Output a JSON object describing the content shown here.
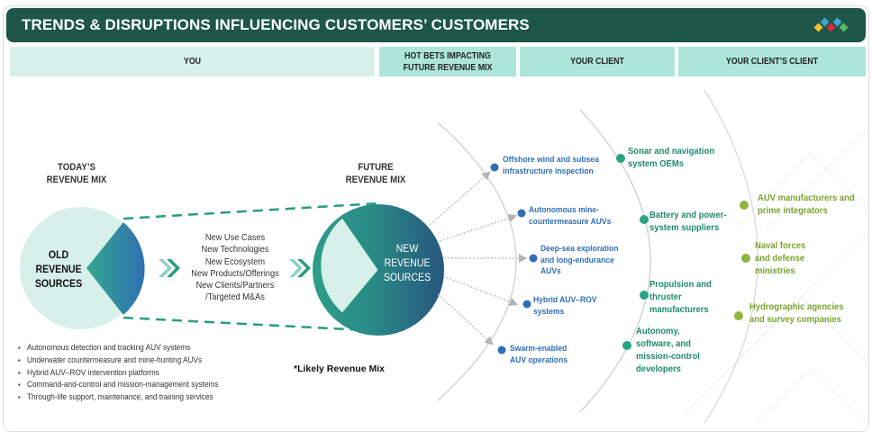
{
  "header": {
    "title": "TRENDS & DISRUPTIONS INFLUENCING CUSTOMERS’ CUSTOMERS",
    "logo_icon": "colored-diamonds-logo-icon",
    "logo_colors": [
      "#f2c12e",
      "#3ea7d1",
      "#e0283a",
      "#5dbb63"
    ]
  },
  "columns": [
    {
      "label": "YOU"
    },
    {
      "label": "HOT BETS IMPACTING FUTURE REVENUE MIX"
    },
    {
      "label": "YOUR CLIENT"
    },
    {
      "label": "YOUR CLIENT’S CLIENT"
    }
  ],
  "today": {
    "heading_line1": "TODAY’S",
    "heading_line2": "REVENUE MIX",
    "circle_line1": "OLD",
    "circle_line2": "REVENUE",
    "circle_line3": "SOURCES"
  },
  "drivers": [
    "New Use Cases",
    "New Technologies",
    "New Ecosystem",
    "New Products/Offerings",
    "New Clients/Partners",
    "/Targeted M&As"
  ],
  "future": {
    "heading_line1": "FUTURE",
    "heading_line2": "REVENUE MIX",
    "circle_line1": "NEW",
    "circle_line2": "REVENUE",
    "circle_line3": "SOURCES"
  },
  "current_offerings": [
    "Autonomous detection and tracking AUV systems",
    "Underwater countermeasure and mine-hunting AUVs",
    "Hybrid AUV–ROV intervention platforms",
    "Command-and-control and mission-management systems",
    "Through-life support, maintenance, and training services"
  ],
  "footnote": "*Likely Revenue Mix",
  "hot_bets": [
    {
      "line1": "Offshore wind and subsea",
      "line2": "infrastructure inspection",
      "line3": ""
    },
    {
      "line1": "Autonomous mine-",
      "line2": "countermeasure AUVs",
      "line3": ""
    },
    {
      "line1": "Deep-sea exploration",
      "line2": "and long-endurance",
      "line3": "AUVs"
    },
    {
      "line1": "Hybrid AUV–ROV",
      "line2": "systems",
      "line3": ""
    },
    {
      "line1": "Swarm-enabled",
      "line2": "AUV operations",
      "line3": ""
    }
  ],
  "your_client": [
    {
      "line1": "Sonar and navigation",
      "line2": "system OEMs",
      "line3": "",
      "line4": ""
    },
    {
      "line1": "Battery and power-",
      "line2": "system suppliers",
      "line3": "",
      "line4": ""
    },
    {
      "line1": "Propulsion and",
      "line2": "thruster",
      "line3": "manufacturers",
      "line4": ""
    },
    {
      "line1": "Autonomy,",
      "line2": "software, and",
      "line3": "mission-control",
      "line4": "developers"
    }
  ],
  "clients_client": [
    {
      "line1": "AUV manufacturers and",
      "line2": "prime integrators",
      "line3": ""
    },
    {
      "line1": "Naval forces",
      "line2": "and defense",
      "line3": "ministries"
    },
    {
      "line1": "Hydrographic agencies",
      "line2": "and survey companies",
      "line3": ""
    }
  ],
  "colors": {
    "header_bg": "#1e5649",
    "you_column_bg": "#d7f0ea",
    "other_column_bg": "#ade5da",
    "hot_bet_dot": "#2e6fb6",
    "client_dot": "#27a584",
    "clients_client_dot": "#8db63c",
    "dashed_line": "#2a9d80"
  }
}
